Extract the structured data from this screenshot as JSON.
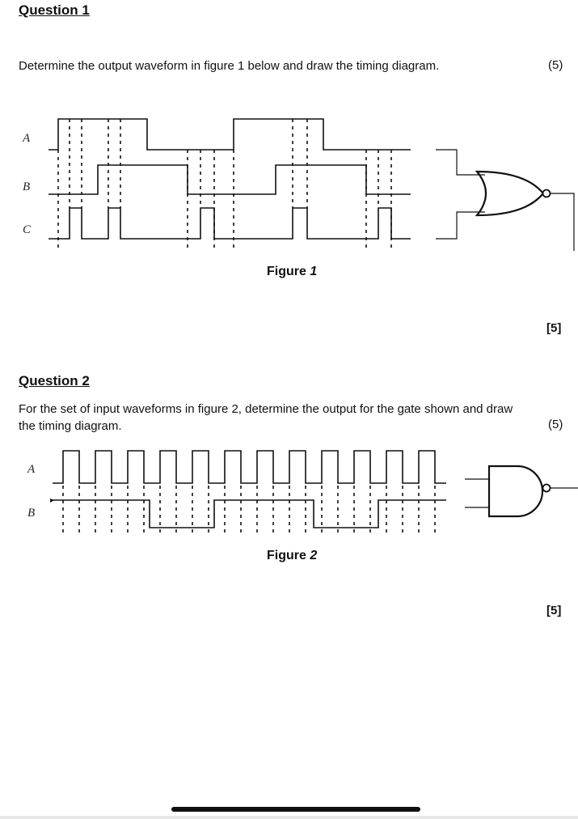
{
  "q1": {
    "heading": "Question 1",
    "instruction": "Determine the output waveform in figure 1 below and draw the timing diagram.",
    "marks": "(5)",
    "figure_caption_word": "Figure",
    "figure_caption_num": "1",
    "marks_total": "[5]",
    "signals": [
      "A",
      "B",
      "C"
    ],
    "gate": "NOR"
  },
  "q2": {
    "heading": "Question 2",
    "instruction_line1": "For the set of input waveforms in figure 2, determine the output for the gate shown and draw",
    "instruction_line2": "the timing diagram.",
    "marks": "(5)",
    "figure_caption_word": "Figure",
    "figure_caption_num": "2",
    "marks_total": "[5]",
    "signals": [
      "A",
      "B"
    ],
    "gate": "NAND"
  }
}
